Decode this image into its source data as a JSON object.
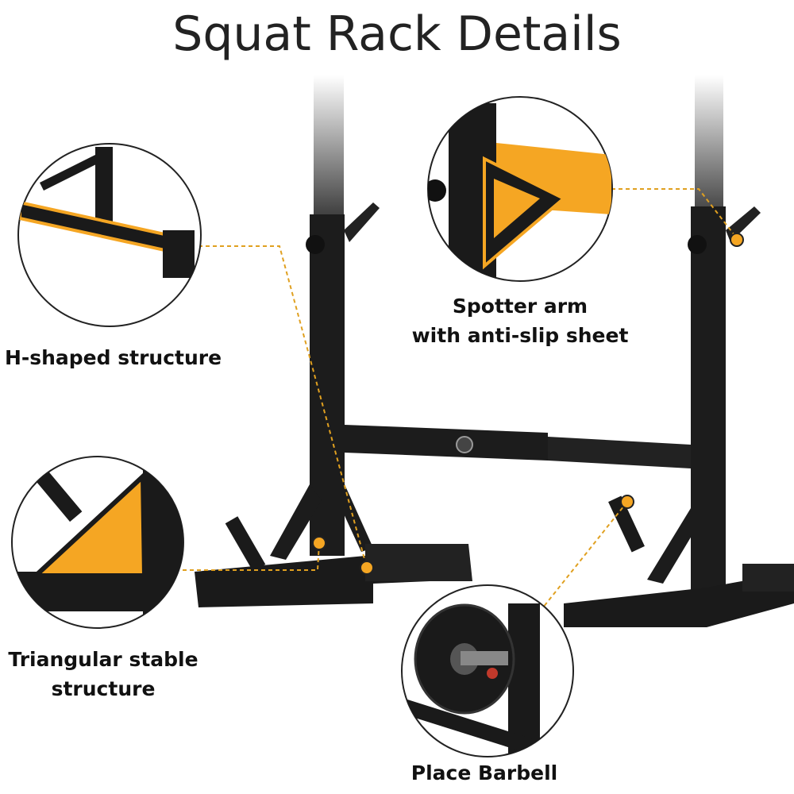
{
  "title": "Squat Rack Details",
  "callouts": {
    "h_shaped": {
      "label": "H-shaped structure"
    },
    "spotter": {
      "line1": "Spotter arm",
      "line2": "with anti-slip sheet"
    },
    "triangular": {
      "line1": "Triangular stable",
      "line2": "structure"
    },
    "barbell": {
      "label": "Place Barbell"
    }
  },
  "colors": {
    "accent": "#f5a623",
    "frame": "#1a1a1a",
    "dashed_line": "#e0a020"
  }
}
